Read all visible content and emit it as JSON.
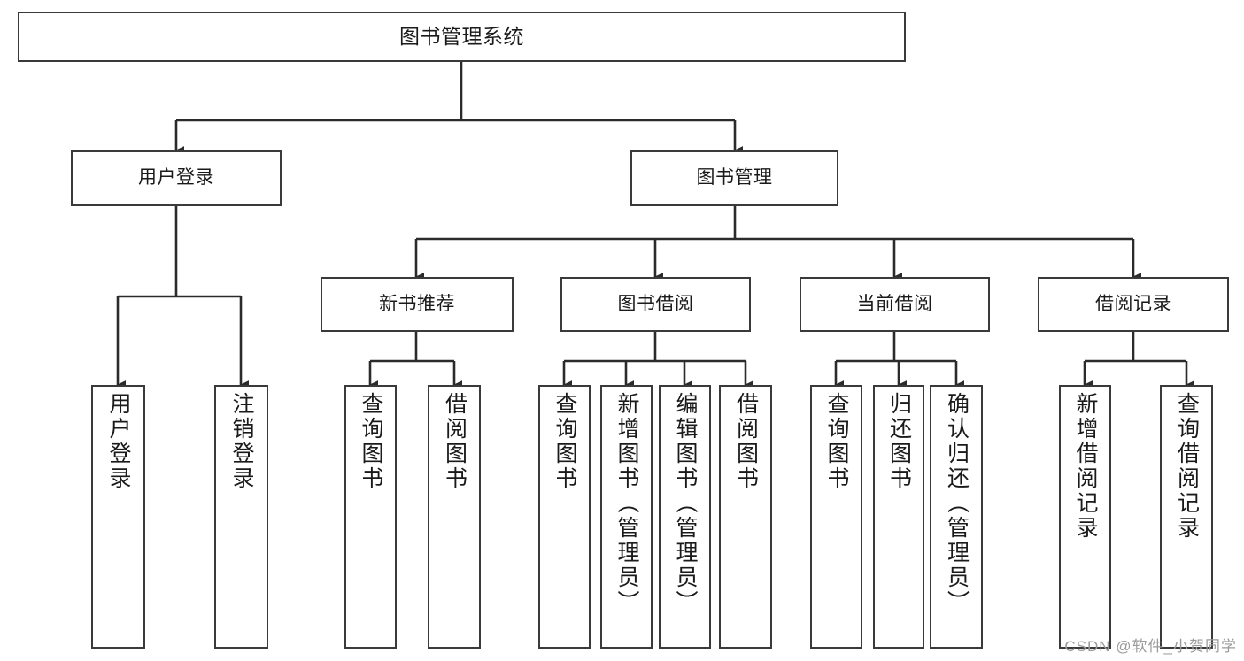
{
  "diagram": {
    "type": "tree-hierarchy",
    "title": "图书管理系统",
    "orientation": "top-down",
    "colors": {
      "box_border": "#3a3a3a",
      "box_fill": "#ffffff",
      "edge": "#2b2b2b",
      "text": "#1a1a1a",
      "watermark": "#9b9b9b"
    }
  },
  "root": {
    "label": "图书管理系统"
  },
  "level2": [
    {
      "label": "用户登录"
    },
    {
      "label": "图书管理"
    }
  ],
  "level3": [
    {
      "label": "新书推荐"
    },
    {
      "label": "图书借阅"
    },
    {
      "label": "当前借阅"
    },
    {
      "label": "借阅记录"
    }
  ],
  "leaves": {
    "user_login": [
      {
        "label": "用户登录"
      },
      {
        "label": "注销登录"
      }
    ],
    "new_book": [
      {
        "label": "查询图书"
      },
      {
        "label": "借阅图书"
      }
    ],
    "book_borrow": [
      {
        "label": "查询图书"
      },
      {
        "label": "新增图书（管理员）"
      },
      {
        "label": "编辑图书（管理员）"
      },
      {
        "label": "借阅图书"
      }
    ],
    "current_borrow": [
      {
        "label": "查询图书"
      },
      {
        "label": "归还图书"
      },
      {
        "label": "确认归还（管理员）"
      }
    ],
    "borrow_record": [
      {
        "label": "新增借阅记录"
      },
      {
        "label": "查询借阅记录"
      }
    ]
  },
  "watermark": {
    "text": "CSDN @软件_小贺同学"
  }
}
